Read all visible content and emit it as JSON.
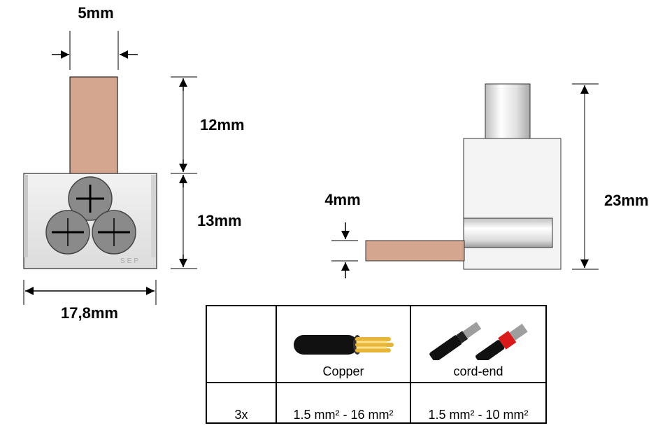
{
  "dimensions": {
    "top_width": "5mm",
    "stub_height": "12mm",
    "body_height": "13mm",
    "body_width": "17,8mm",
    "side_stub": "4mm",
    "total_height": "23mm"
  },
  "maker_mark": "SEP",
  "table": {
    "headers": [
      "",
      "Copper",
      "cord-end"
    ],
    "rows": [
      {
        "count": "3x",
        "copper": "1.5 mm² - 16 mm²",
        "cordend": "1.5 mm² - 10 mm²"
      }
    ]
  },
  "colors": {
    "copper_strip": "#d4a68f",
    "body_grey": "#e8e8e8",
    "screw_grey": "#8a8a8a"
  }
}
